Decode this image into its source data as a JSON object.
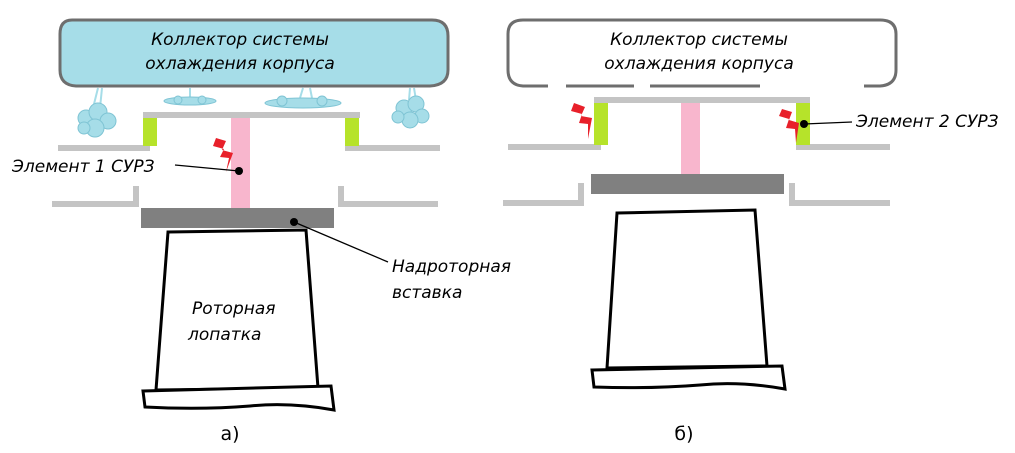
{
  "colors": {
    "collector_fill_a": "#a6dde8",
    "collector_stroke": "#6e6e6e",
    "collector_fill_b": "#ffffff",
    "casing": "#c4c4c4",
    "insert": "#808080",
    "rod": "#f8b6cd",
    "sensor_element": "#b6e32a",
    "lightning": "#e8202a",
    "blade_stroke": "#000000",
    "cooling_air": "#a6dde8"
  },
  "icons": {
    "element_marker": "lightning-bolt-icon",
    "cooling_air": "air-puff-icon"
  },
  "panel_a": {
    "collector_label_line1": "Коллектор системы",
    "collector_label_line2": "охлаждения корпуса",
    "element1_label": "Элемент 1 СУРЗ",
    "insert_label_line1": "Надроторная",
    "insert_label_line2": "вставка",
    "blade_label_line1": "Роторная",
    "blade_label_line2": "лопатка",
    "caption": "а)"
  },
  "panel_b": {
    "collector_label_line1": "Коллектор системы",
    "collector_label_line2": "охлаждения корпуса",
    "element2_label": "Элемент 2 СУРЗ",
    "caption": "б)"
  }
}
